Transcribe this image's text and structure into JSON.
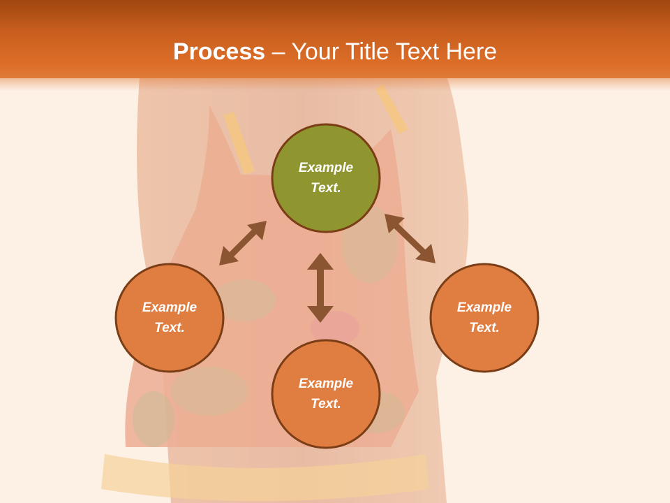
{
  "slide": {
    "title_bold": "Process",
    "title_rest": " – Your Title Text Here",
    "colors": {
      "header": "#d4682a",
      "node_center": "#8f962f",
      "node_orange": "#e07e42",
      "node_border": "#7a3d16",
      "arrow": "#8a5530"
    }
  },
  "diagram": {
    "nodes": [
      {
        "id": "top",
        "line1": "Example",
        "line2": "Text."
      },
      {
        "id": "left",
        "line1": "Example",
        "line2": "Text."
      },
      {
        "id": "right",
        "line1": "Example",
        "line2": "Text."
      },
      {
        "id": "bottom",
        "line1": "Example",
        "line2": "Text."
      }
    ]
  }
}
